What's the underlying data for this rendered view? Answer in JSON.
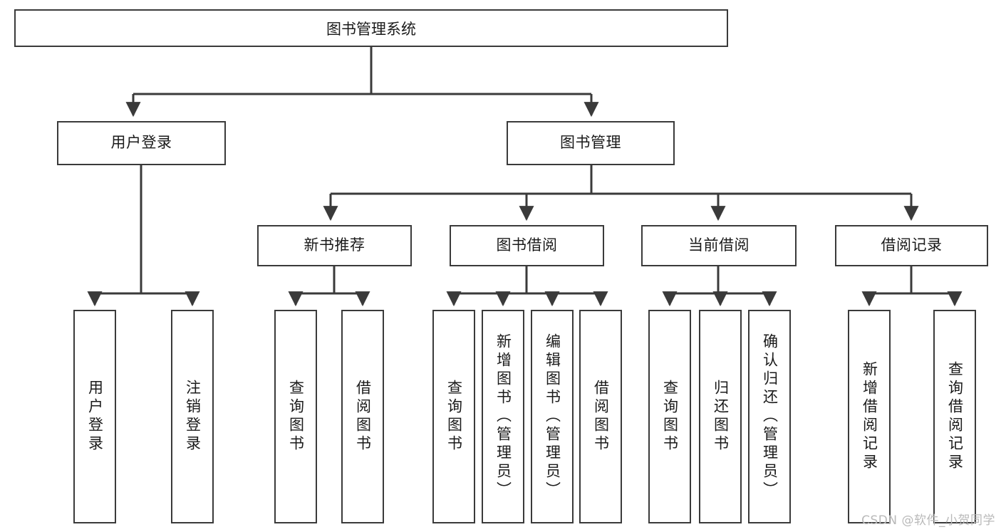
{
  "diagram": {
    "title": "图书管理系统",
    "type": "tree-hierarchy",
    "root": {
      "id": "root",
      "label": "图书管理系统"
    },
    "level2": [
      {
        "id": "user-login",
        "label": "用户登录"
      },
      {
        "id": "book-manage",
        "label": "图书管理"
      }
    ],
    "level3": [
      {
        "id": "new-book-rec",
        "label": "新书推荐",
        "parent": "book-manage"
      },
      {
        "id": "book-borrow",
        "label": "图书借阅",
        "parent": "book-manage"
      },
      {
        "id": "current-borrow",
        "label": "当前借阅",
        "parent": "book-manage"
      },
      {
        "id": "borrow-record",
        "label": "借阅记录",
        "parent": "book-manage"
      }
    ],
    "leaves": [
      {
        "id": "leaf-user-login",
        "label": "用户登录",
        "parent": "user-login"
      },
      {
        "id": "leaf-logout-login",
        "label": "注销登录",
        "parent": "user-login"
      },
      {
        "id": "leaf-query-book-1",
        "label": "查询图书",
        "parent": "new-book-rec"
      },
      {
        "id": "leaf-borrow-book-1",
        "label": "借阅图书",
        "parent": "new-book-rec"
      },
      {
        "id": "leaf-query-book-2",
        "label": "查询图书",
        "parent": "book-borrow"
      },
      {
        "id": "leaf-add-book",
        "label": "新增图书（管理员）",
        "parent": "book-borrow"
      },
      {
        "id": "leaf-edit-book",
        "label": "编辑图书（管理员）",
        "parent": "book-borrow"
      },
      {
        "id": "leaf-borrow-book-2",
        "label": "借阅图书",
        "parent": "book-borrow"
      },
      {
        "id": "leaf-query-book-3",
        "label": "查询图书",
        "parent": "current-borrow"
      },
      {
        "id": "leaf-return-book",
        "label": "归还图书",
        "parent": "current-borrow"
      },
      {
        "id": "leaf-confirm-return",
        "label": "确认归还（管理员）",
        "parent": "current-borrow"
      },
      {
        "id": "leaf-add-record",
        "label": "新增借阅记录",
        "parent": "borrow-record"
      },
      {
        "id": "leaf-query-record",
        "label": "查询借阅记录",
        "parent": "borrow-record"
      }
    ]
  },
  "watermark": {
    "text": "CSDN @软件_小贺同学"
  },
  "colors": {
    "border": "#3a3a3a",
    "background": "#ffffff",
    "text": "#1a1a1a",
    "watermark": "#b9b9b9"
  }
}
